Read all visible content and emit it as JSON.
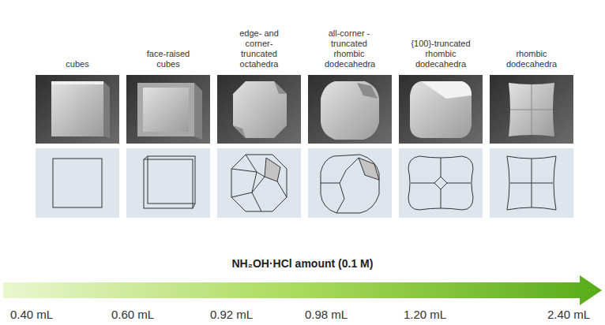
{
  "diagram": {
    "labels": [
      "cubes",
      "face-raised cubes",
      "edge- and corner- truncated octahedra",
      "all-corner -truncated rhombic dodecahedra",
      "{100}-truncated rhombic dodecahedra",
      "rhombic dodecahedra",
      "NH₂OH·HCl amount (0.1 M)",
      "0.40 mL",
      "0.60 mL",
      "0.92 mL",
      "0.98 mL",
      "1.20 mL",
      "2.40 mL"
    ]
  }
}
